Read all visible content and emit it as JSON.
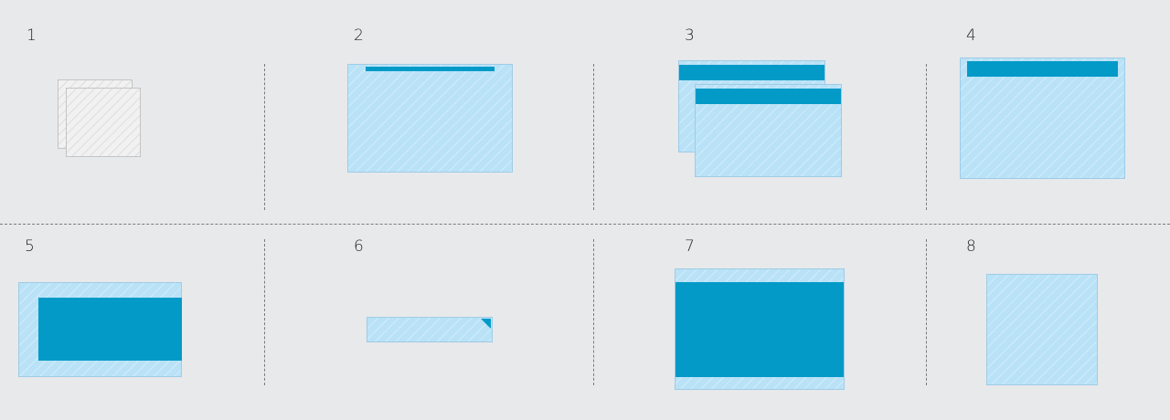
{
  "cells": [
    {
      "label": "1",
      "example": "paper"
    },
    {
      "label": "2",
      "example": "window-thin-toolbar"
    },
    {
      "label": "3",
      "example": "stacked-windows"
    },
    {
      "label": "4",
      "example": "window-toolbar"
    },
    {
      "label": "5",
      "example": "window-inset-content"
    },
    {
      "label": "6",
      "example": "bar-with-corner-fold"
    },
    {
      "label": "7",
      "example": "window-content-bands"
    },
    {
      "label": "8",
      "example": "plain-sheet"
    }
  ],
  "colors": {
    "background": "#e8e9eb",
    "sheet_fill": "#b9e2f7",
    "sheet_border": "#9fcbe6",
    "accent": "#039ac8",
    "paper_fill": "#f1f1f1",
    "divider": "#7b7b7b",
    "label": "#222222"
  },
  "divider_style": "dashed"
}
